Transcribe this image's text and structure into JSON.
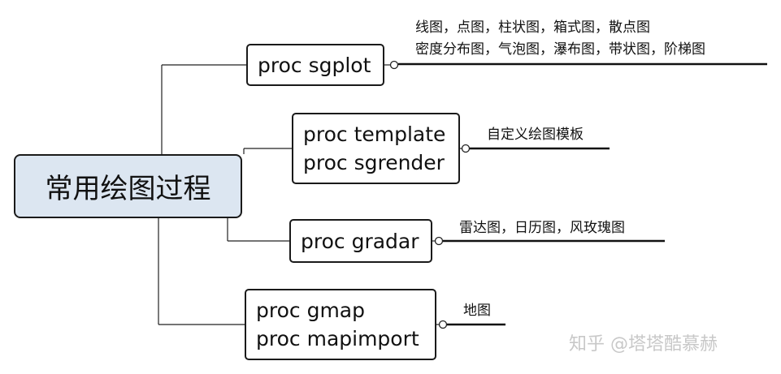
{
  "root": {
    "label": "常用绘图过程"
  },
  "branches": [
    {
      "procs": [
        "proc sgplot"
      ],
      "notes": [
        "线图，点图，柱状图，箱式图，散点图",
        "密度分布图，气泡图，瀑布图，带状图，阶梯图"
      ]
    },
    {
      "procs": [
        "proc template",
        "proc sgrender"
      ],
      "notes": [
        "自定义绘图模板"
      ]
    },
    {
      "procs": [
        "proc gradar"
      ],
      "notes": [
        "雷达图，日历图，风玫瑰图"
      ]
    },
    {
      "procs": [
        "proc gmap",
        "proc mapimport"
      ],
      "notes": [
        "地图"
      ]
    }
  ],
  "watermark": "知乎 @塔塔酷慕赫"
}
